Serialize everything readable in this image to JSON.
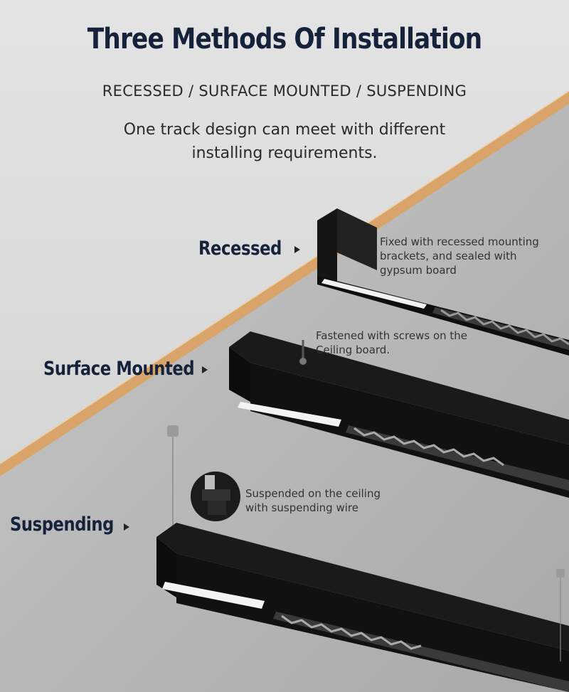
{
  "title": "Three Methods Of Installation",
  "subtitle": "RECESSED / SURFACE MOUNTED / SUSPENDING",
  "intro": {
    "line1": "One track design can meet with different",
    "line2": "installing requirements."
  },
  "methods": [
    {
      "label": "Recessed",
      "note": [
        "Fixed with recessed mounting",
        "brackets, and sealed with",
        "gypsum board"
      ]
    },
    {
      "label": "Surface Mounted",
      "note": [
        "Fastened with screws on the",
        "Ceiling board."
      ]
    },
    {
      "label": "Suspending",
      "note": [
        "Suspended on the ceiling",
        "with suspending wire"
      ]
    }
  ],
  "colors": {
    "title": "#15223a",
    "ceiling": "#b8b8b8",
    "wall": "#d6d6d6",
    "wood": "#d9a46a",
    "fixture": "#111111"
  }
}
